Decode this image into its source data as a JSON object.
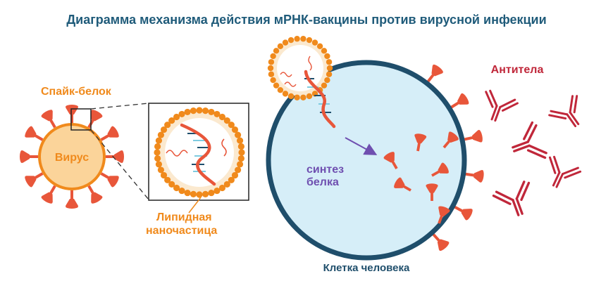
{
  "title": "Диаграмма механизма действия мРНК-вакцины против вирусной инфекции",
  "labels": {
    "spike": "Спайк-белок",
    "virus": "Вирус",
    "lipid_line1": "Липидная",
    "lipid_line2": "наночастица",
    "synth_line1": "синтез",
    "synth_line2": "белка",
    "cell": "Клетка человека",
    "antibodies": "Антитела"
  },
  "colors": {
    "title": "#1f5b7a",
    "virus_fill": "#fbd49a",
    "orange": "#f08a1c",
    "spike": "#e8563a",
    "cell_fill": "#d6eef8",
    "cell_border": "#1f4e6b",
    "antibody": "#c0273a",
    "purple": "#6f4fb0",
    "rna_blue": "#1f4e6b",
    "rna_teal": "#7ecbe0"
  }
}
